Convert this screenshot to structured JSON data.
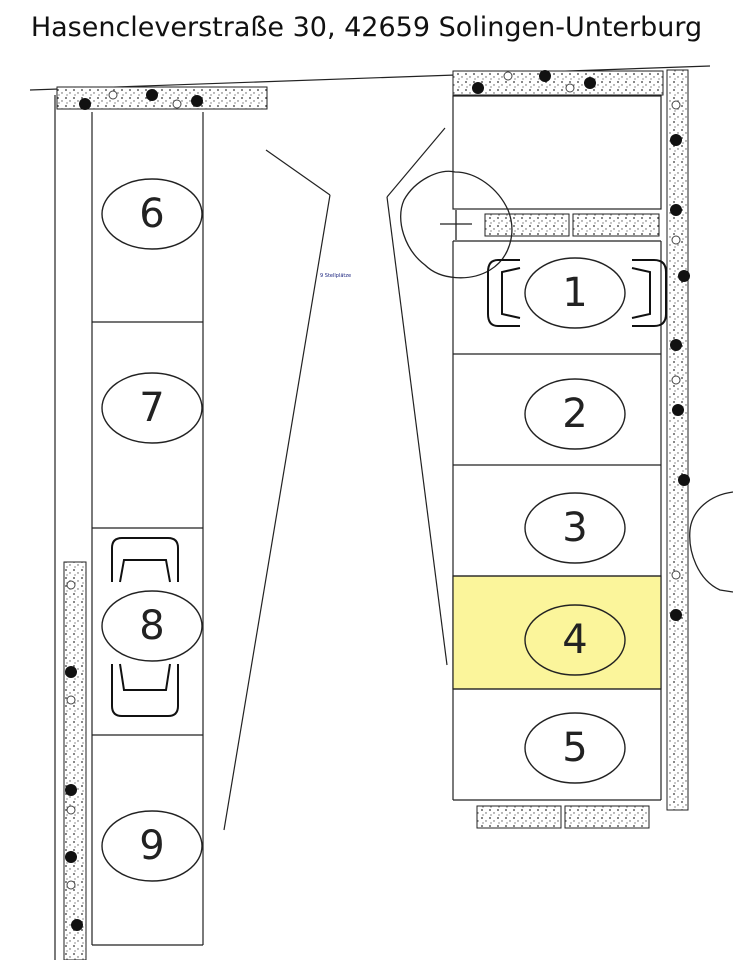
{
  "title": "Hasencleverstraße 30, 42659 Solingen-Unterburg",
  "small_label": "9 Stellplätze",
  "highlight_color": "#fbf59b",
  "spaces": [
    {
      "label": "6",
      "highlighted": false
    },
    {
      "label": "7",
      "highlighted": false
    },
    {
      "label": "8",
      "highlighted": false
    },
    {
      "label": "9",
      "highlighted": false
    },
    {
      "label": "1",
      "highlighted": false
    },
    {
      "label": "2",
      "highlighted": false
    },
    {
      "label": "3",
      "highlighted": false
    },
    {
      "label": "4",
      "highlighted": true
    },
    {
      "label": "5",
      "highlighted": false
    }
  ],
  "icons": [
    "car-icon",
    "tree-icon",
    "hedge-icon"
  ]
}
